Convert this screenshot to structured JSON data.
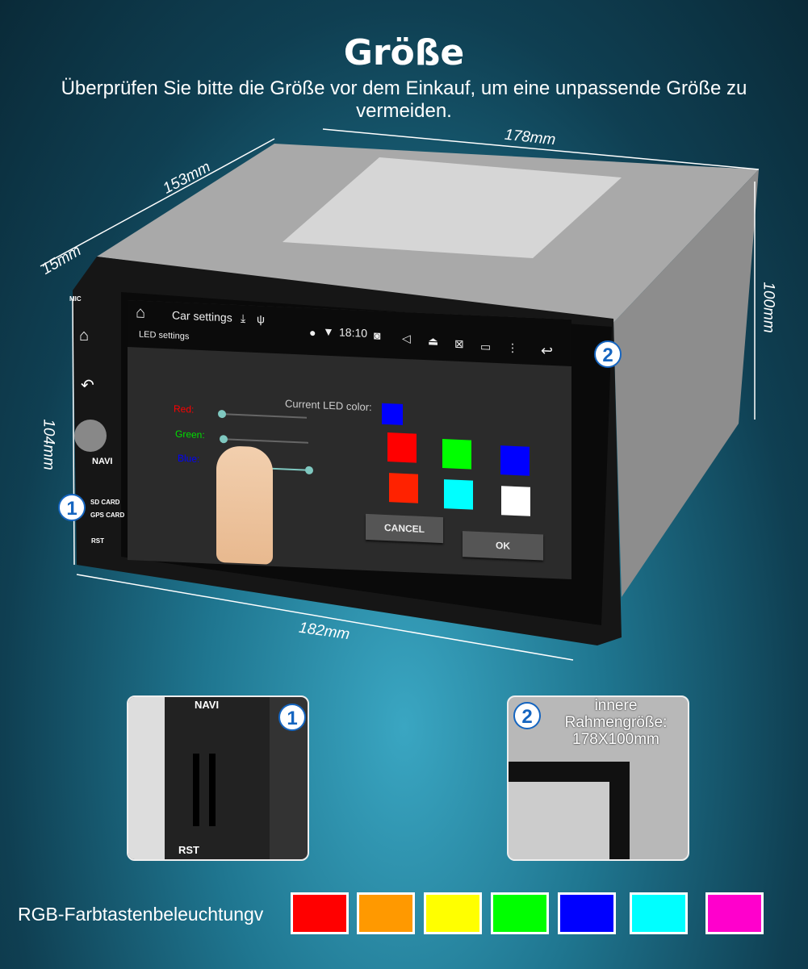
{
  "header": {
    "title": "Größe",
    "subtitle": "Überprüfen Sie bitte die Größe vor dem Einkauf, um eine unpassende Größe zu vermeiden."
  },
  "dimensions": {
    "width_top": "178mm",
    "depth": "153mm",
    "front_depth": "15mm",
    "height_side": "100mm",
    "height_front": "104mm",
    "width_front": "182mm"
  },
  "device": {
    "buttons": {
      "mic": "MIC",
      "navi": "NAVI",
      "sd_card": "SD CARD",
      "gps_card": "GPS CARD",
      "rst": "RST"
    },
    "statusbar": {
      "app_title": "Car settings",
      "time": "18:10",
      "page_title": "LED settings"
    },
    "led": {
      "current_label": "Current LED color:",
      "current_color": "#0000ff",
      "sliders": [
        {
          "label": "Red:",
          "color": "#ff0000",
          "value": 0
        },
        {
          "label": "Green:",
          "color": "#00e000",
          "value": 0
        },
        {
          "label": "Blue:",
          "color": "#0000ff",
          "value": 1
        }
      ],
      "swatches": [
        "#ff0000",
        "#00ff00",
        "#0000ff",
        "#ff2200",
        "#00ffff",
        "#ffffff"
      ],
      "cancel": "CANCEL",
      "ok": "OK"
    }
  },
  "callouts": {
    "one": "1",
    "two": "2",
    "inset1_navi": "NAVI",
    "inset1_rst": "RST",
    "inset2_text": "innere Rahmengröße: 178X100mm"
  },
  "footer": {
    "label": "RGB-Farbtastenbeleuchtungv",
    "colors": [
      "#ff0000",
      "#ff9900",
      "#ffff00",
      "#00ff00",
      "#0000ff",
      "#00ffff",
      "#ff00cc"
    ]
  }
}
